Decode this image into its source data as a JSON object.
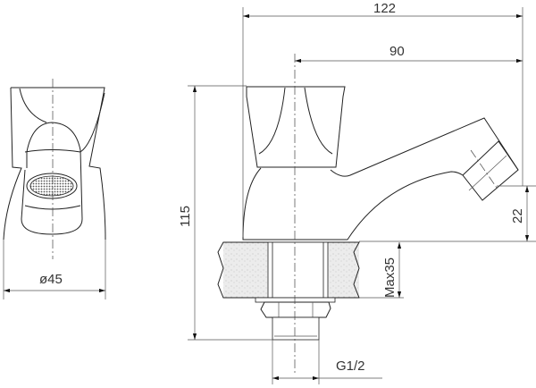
{
  "dimensions": {
    "overall_length": "122",
    "spout_reach": "90",
    "height": "115",
    "outlet_height": "22",
    "max_countertop": "Max35",
    "thread": "G1/2",
    "diameter": "ø45"
  },
  "colors": {
    "line": "#222222",
    "countertop": "#e6e6e6"
  }
}
